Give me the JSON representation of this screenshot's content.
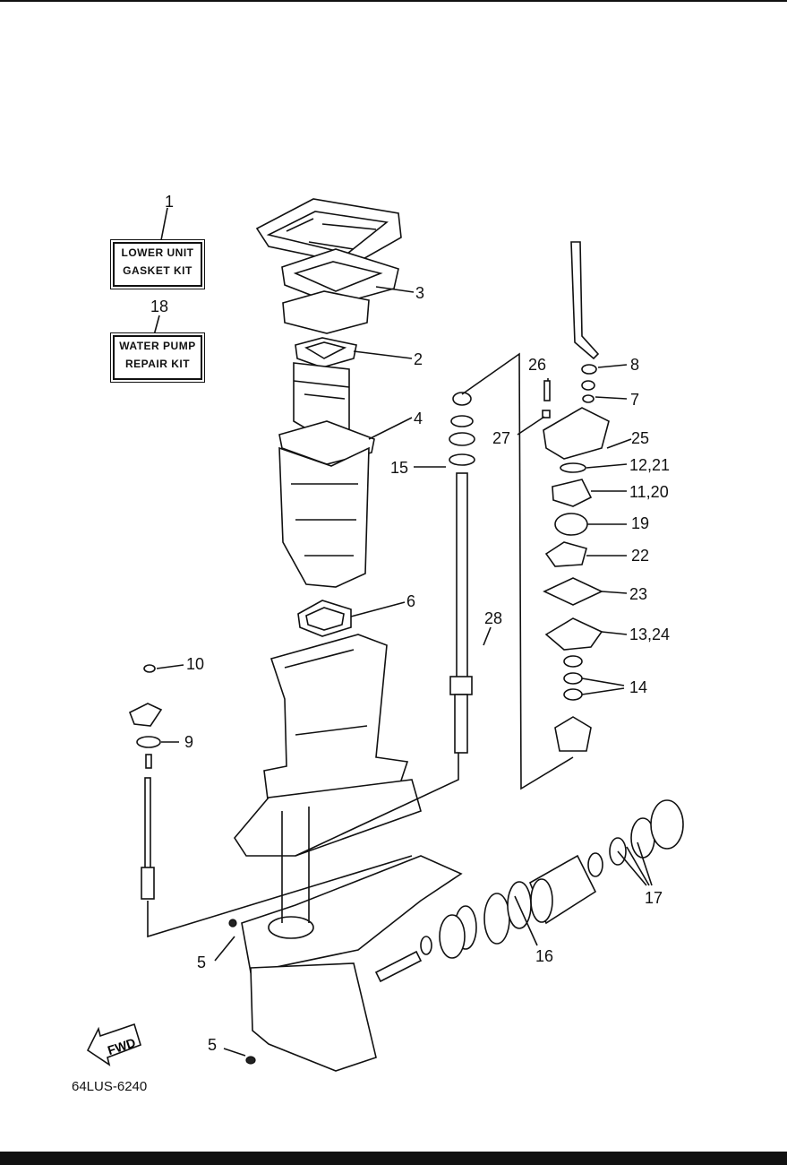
{
  "kits": [
    {
      "ref": "1",
      "lines": [
        "LOWER UNIT",
        "GASKET KIT"
      ]
    },
    {
      "ref": "18",
      "lines": [
        "WATER PUMP",
        "REPAIR KIT"
      ]
    }
  ],
  "callouts": {
    "c1": "1",
    "c18": "18",
    "c3": "3",
    "c2": "2",
    "c4": "4",
    "c6": "6",
    "c15": "15",
    "c26": "26",
    "c27": "27",
    "c8": "8",
    "c7": "7",
    "c25": "25",
    "c12": "12,21",
    "c11": "11,20",
    "c19": "19",
    "c22": "22",
    "c23": "23",
    "c13": "13,24",
    "c14": "14",
    "c28": "28",
    "c10": "10",
    "c9": "9",
    "c5a": "5",
    "c5b": "5",
    "c16": "16",
    "c17": "17"
  },
  "fwd_label": "FWD",
  "doc_code": "64LUS-6240"
}
